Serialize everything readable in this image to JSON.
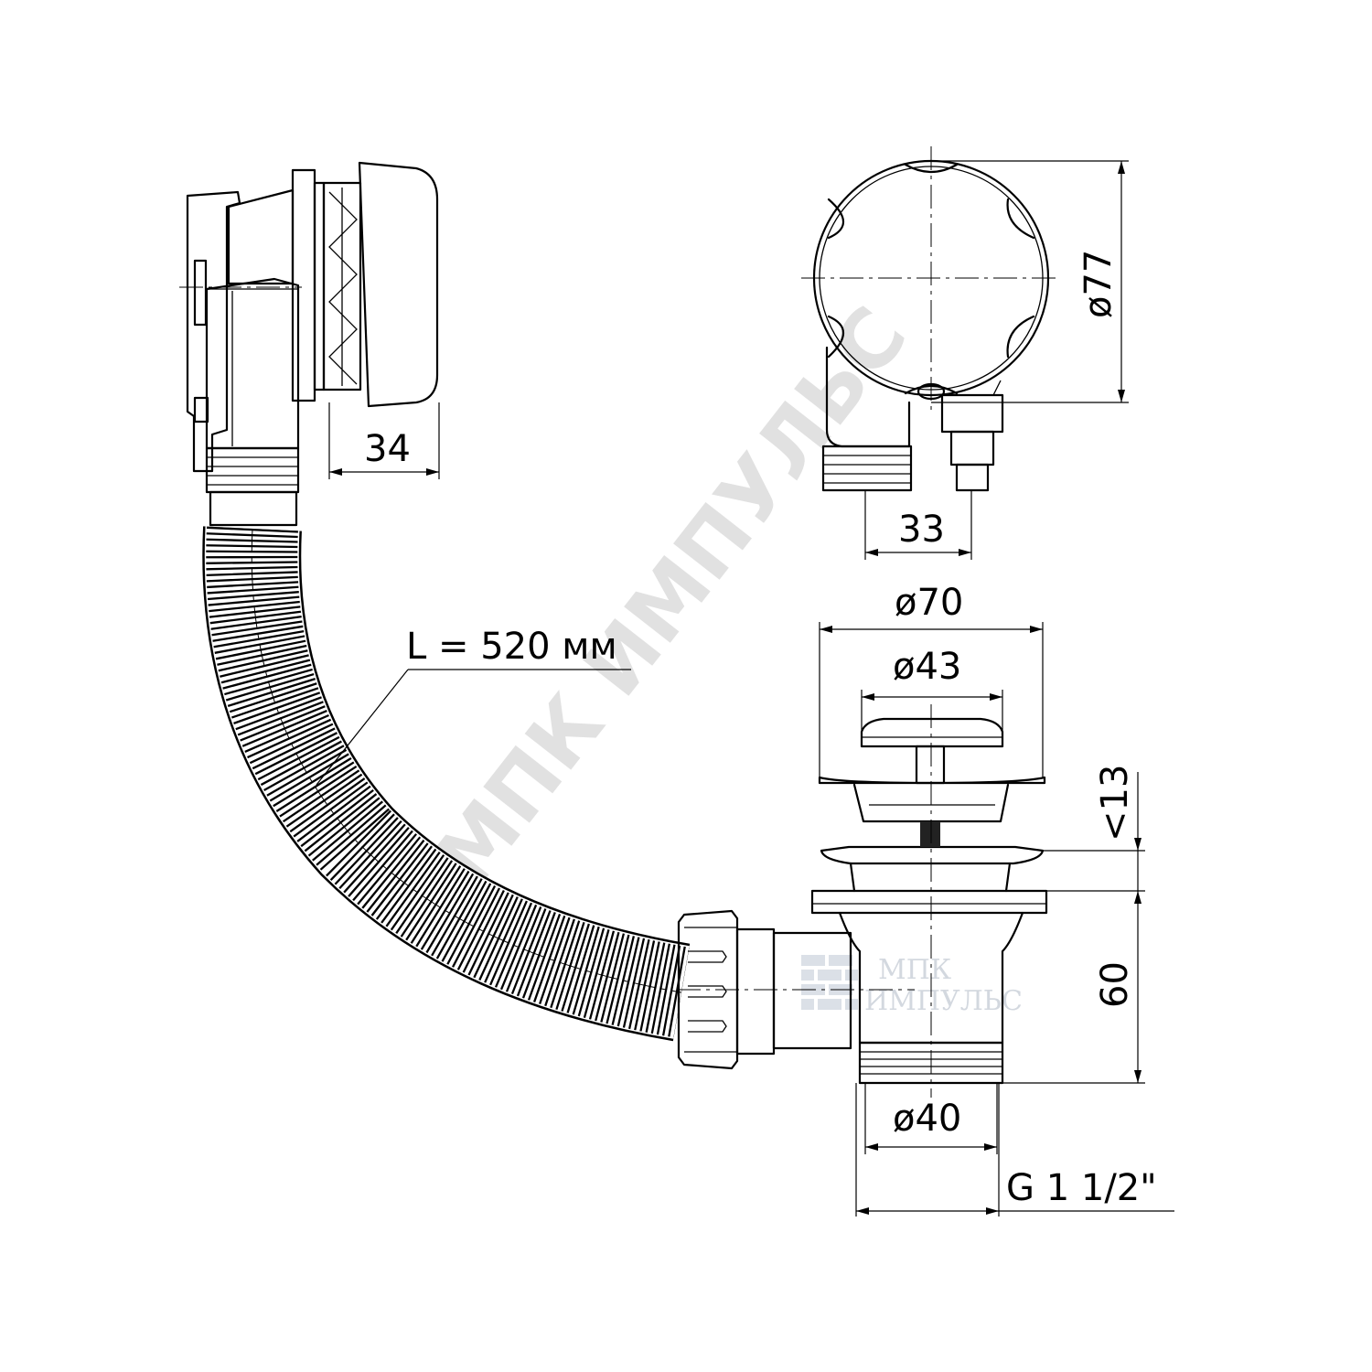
{
  "dimensions": {
    "overflow_depth": "34",
    "side_offset": "33",
    "overflow_diameter": "ø77",
    "hose_length": "L = 520 мм",
    "plug_flange_diameter": "ø70",
    "plug_cap_diameter": "ø43",
    "plug_gap": "<13",
    "body_height": "60",
    "outlet_diameter": "ø40",
    "thread": "G 1 1/2\""
  },
  "watermark": {
    "diagonal_text": "МПК ИМПУЛЬС",
    "logo_line1": "МПК",
    "logo_line2": "ИМПУЛЬС"
  }
}
